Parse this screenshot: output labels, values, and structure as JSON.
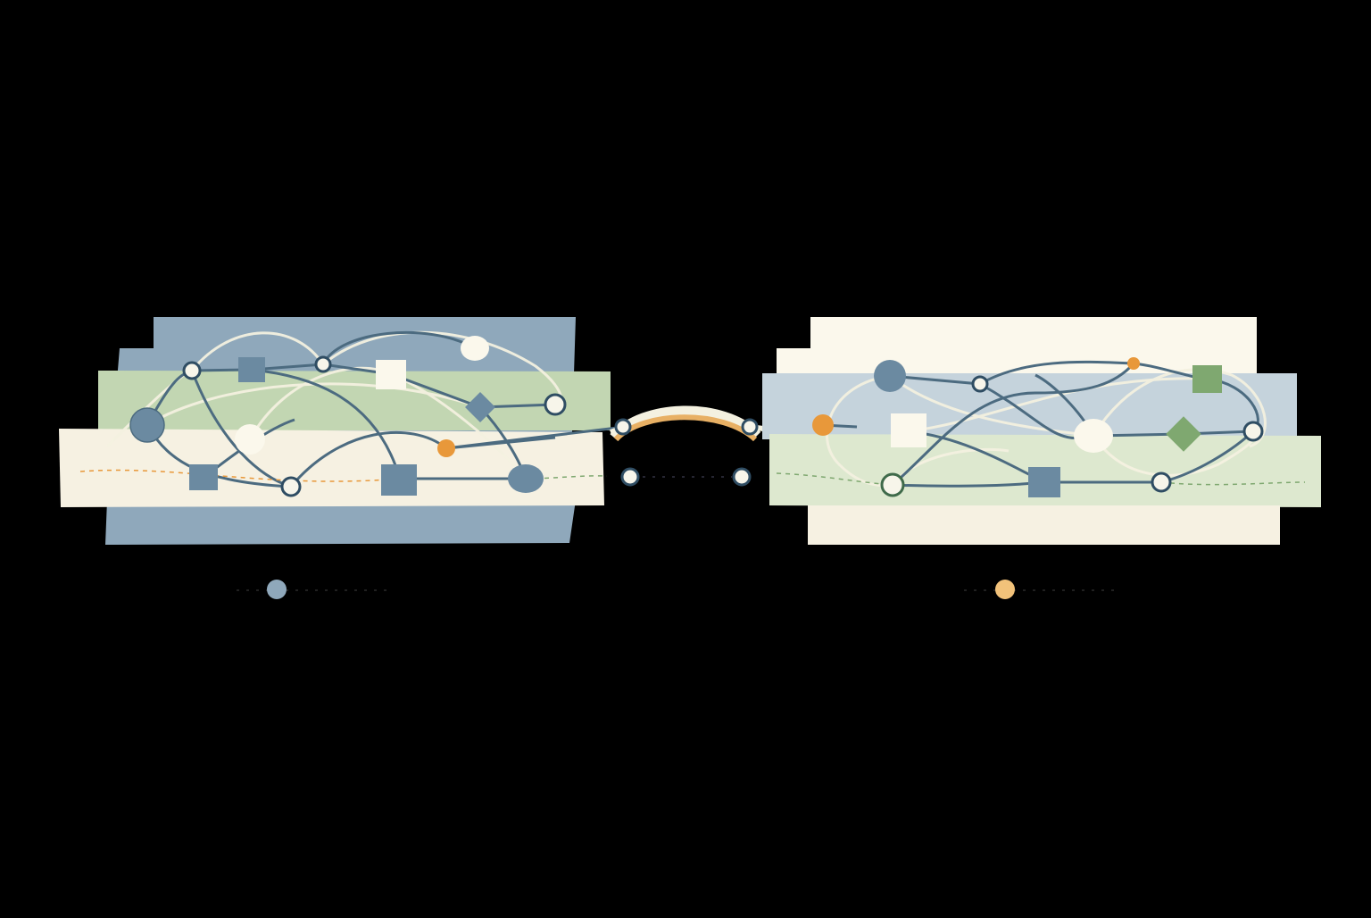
{
  "colors": {
    "background": "#000000",
    "slate_blue": "#6b8aa1",
    "pale_blue": "#8fa8bb",
    "mist_blue": "#c5d3dc",
    "sage_green": "#c2d6b2",
    "pale_green": "#dde8cf",
    "cream": "#f6f1e2",
    "ivory": "#fbf8ec",
    "line_dark": "#4c6b80",
    "line_light": "#f4f1e0",
    "orange_accent": "#e8983a",
    "gold_accent": "#f2c27a",
    "green_accent": "#7fa870",
    "node_fill_light": "#f7f5ea"
  },
  "diagram": {
    "title": "",
    "left_cluster": {
      "legend_marker_icon": "circle",
      "legend_marker_color": "#8fa8bb",
      "node_shapes": [
        "circle",
        "square",
        "diamond",
        "ring"
      ]
    },
    "right_cluster": {
      "legend_marker_icon": "circle",
      "legend_marker_color": "#f2c27a",
      "node_shapes": [
        "circle",
        "square",
        "diamond",
        "ring"
      ]
    },
    "bridge": {
      "icon": "arch-connector",
      "color": "#e8b064"
    }
  }
}
